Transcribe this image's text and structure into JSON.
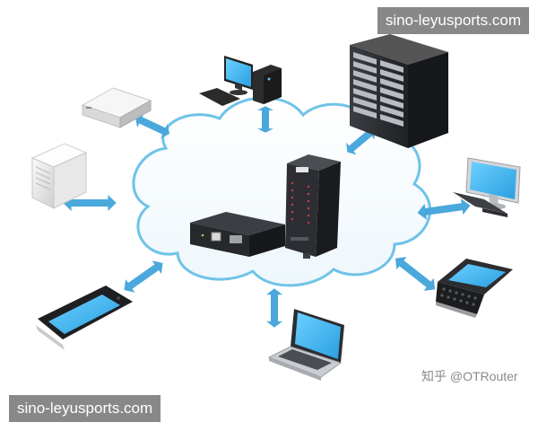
{
  "watermark_top": "sino-leyusports.com",
  "watermark_bottom": "sino-leyusports.com",
  "credit": "知乎 @OTRouter",
  "colors": {
    "cloud_stroke": "#6fc3e8",
    "arrow": "#4aa8dc",
    "screen": "#3fb3ef",
    "device_dark": "#2b2d31",
    "device_light": "#f2f2f2"
  },
  "nodes": [
    {
      "id": "nas-box",
      "name": "network-storage-box"
    },
    {
      "id": "desktop-top",
      "name": "desktop-computer-top"
    },
    {
      "id": "server-rack",
      "name": "server-rack"
    },
    {
      "id": "small-server",
      "name": "small-server-tower"
    },
    {
      "id": "desktop-right",
      "name": "desktop-computer-right"
    },
    {
      "id": "phone-left",
      "name": "smartphone-left"
    },
    {
      "id": "laptop",
      "name": "laptop"
    },
    {
      "id": "phone-right",
      "name": "qwerty-phone-right"
    }
  ],
  "center_devices": [
    {
      "id": "media-converter",
      "name": "media-converter"
    },
    {
      "id": "din-switch",
      "name": "din-rail-switch"
    }
  ]
}
